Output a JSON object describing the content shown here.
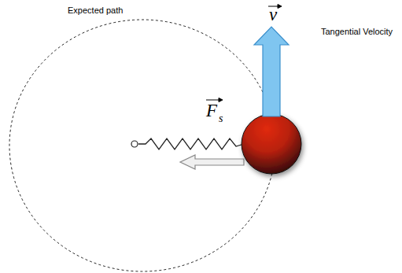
{
  "diagram": {
    "labels": [
      "Expected path",
      "v",
      "Tangential Velocity",
      "F",
      "s"
    ]
  }
}
